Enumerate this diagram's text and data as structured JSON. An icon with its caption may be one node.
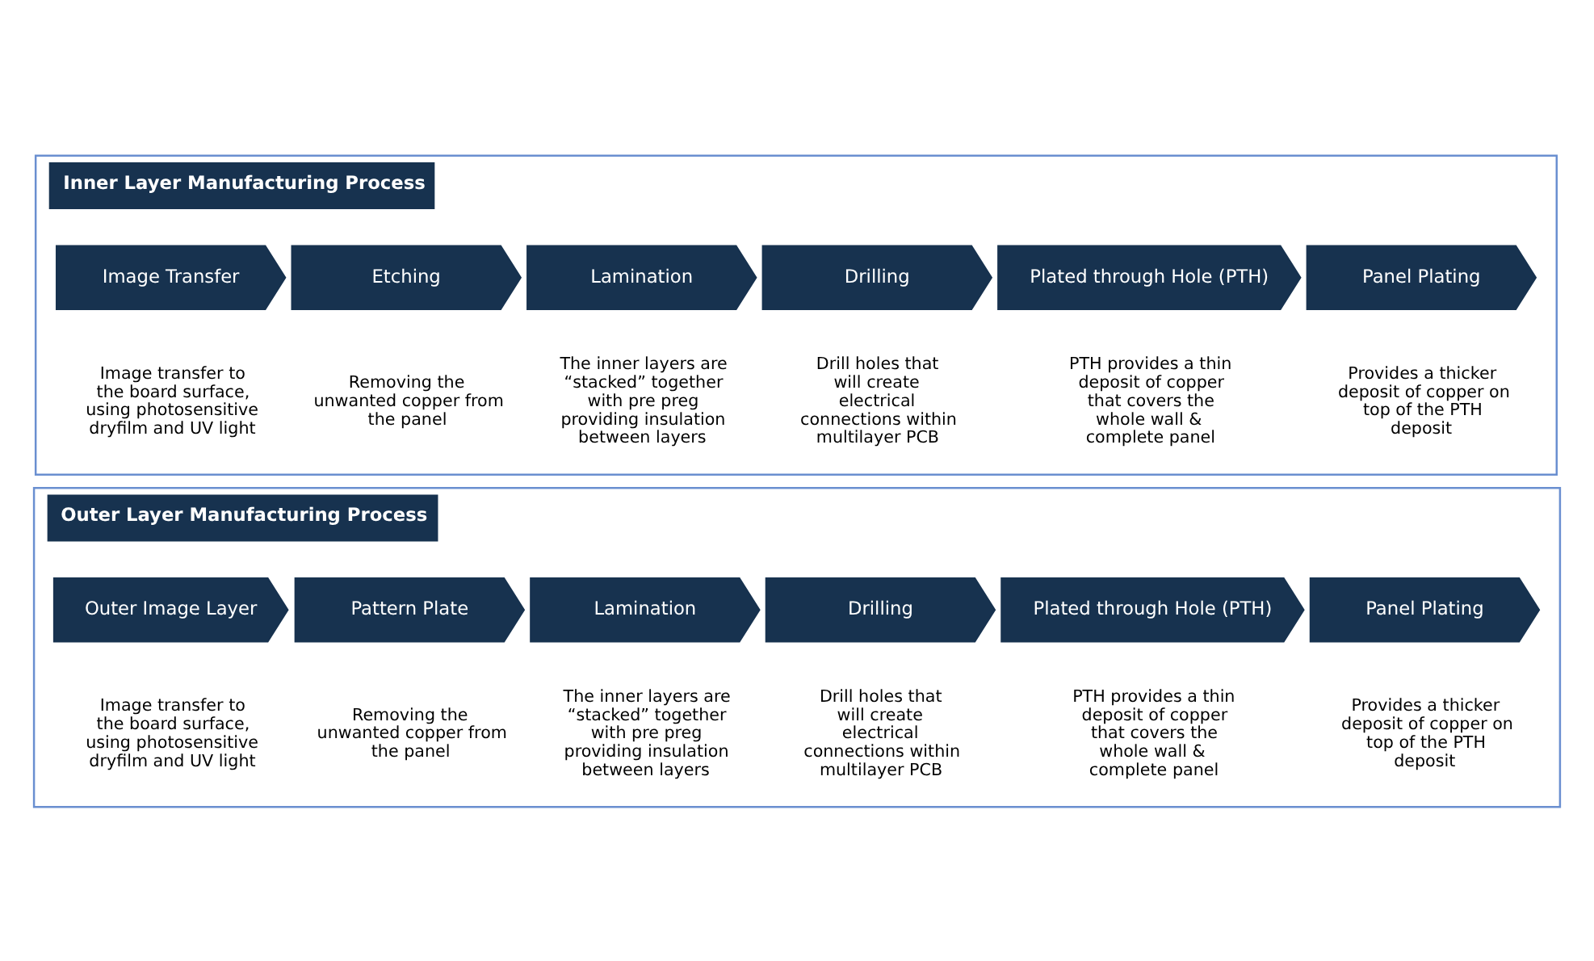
{
  "diagram": {
    "nodes": [
      {
        "text": [
          "Inner Layer Manufacturing Process"
        ]
      },
      {
        "text": [
          "Image Transfer"
        ],
        "in": 0,
        "beside": [
          "Image transfer to the board surface, using photosensitive dryfilm and UV light"
        ]
      },
      {
        "text": [
          "Etching"
        ],
        "in": 0,
        "beside": [
          "Removing the unwanted copper from the panel"
        ]
      },
      {
        "text": [
          "Lamination"
        ],
        "in": 0,
        "beside": [
          "The inner layers are “stacked” together with pre preg providing insulation between layers"
        ]
      },
      {
        "text": [
          "Drilling"
        ],
        "in": 0,
        "beside": [
          "Drill holes that will create electrical connections within multilayer PCB"
        ]
      },
      {
        "text": [
          "Plated through Hole (PTH)"
        ],
        "in": 0,
        "beside": [
          "PTH provides a thin deposit of copper that covers the whole wall & complete panel"
        ]
      },
      {
        "text": [
          "Panel Plating"
        ],
        "in": 0,
        "beside": [
          "Provides a thicker deposit of copper on top of the PTH deposit"
        ]
      },
      {
        "text": [
          "Outer Layer Manufacturing Process"
        ]
      },
      {
        "text": [
          "Outer Image Layer"
        ],
        "in": 7,
        "beside": [
          "Image transfer to the board surface, using photosensitive dryfilm and UV light"
        ]
      },
      {
        "text": [
          "Pattern Plate"
        ],
        "in": 7,
        "beside": [
          "Removing the unwanted copper from the panel"
        ]
      },
      {
        "text": [
          "Lamination"
        ],
        "in": 7,
        "beside": [
          "The inner layers are “stacked” together with pre preg providing insulation between layers"
        ]
      },
      {
        "text": [
          "Drilling"
        ],
        "in": 7,
        "beside": [
          "Drill holes that will create electrical connections within multilayer PCB"
        ]
      },
      {
        "text": [
          "Plated through Hole (PTH)"
        ],
        "in": 7,
        "beside": [
          "PTH provides a thin deposit of copper that covers the whole wall & complete panel"
        ]
      },
      {
        "text": [
          "Panel Plating"
        ],
        "in": 7,
        "beside": [
          "Provides a thicker deposit of copper on top of the PTH deposit"
        ]
      }
    ]
  }
}
